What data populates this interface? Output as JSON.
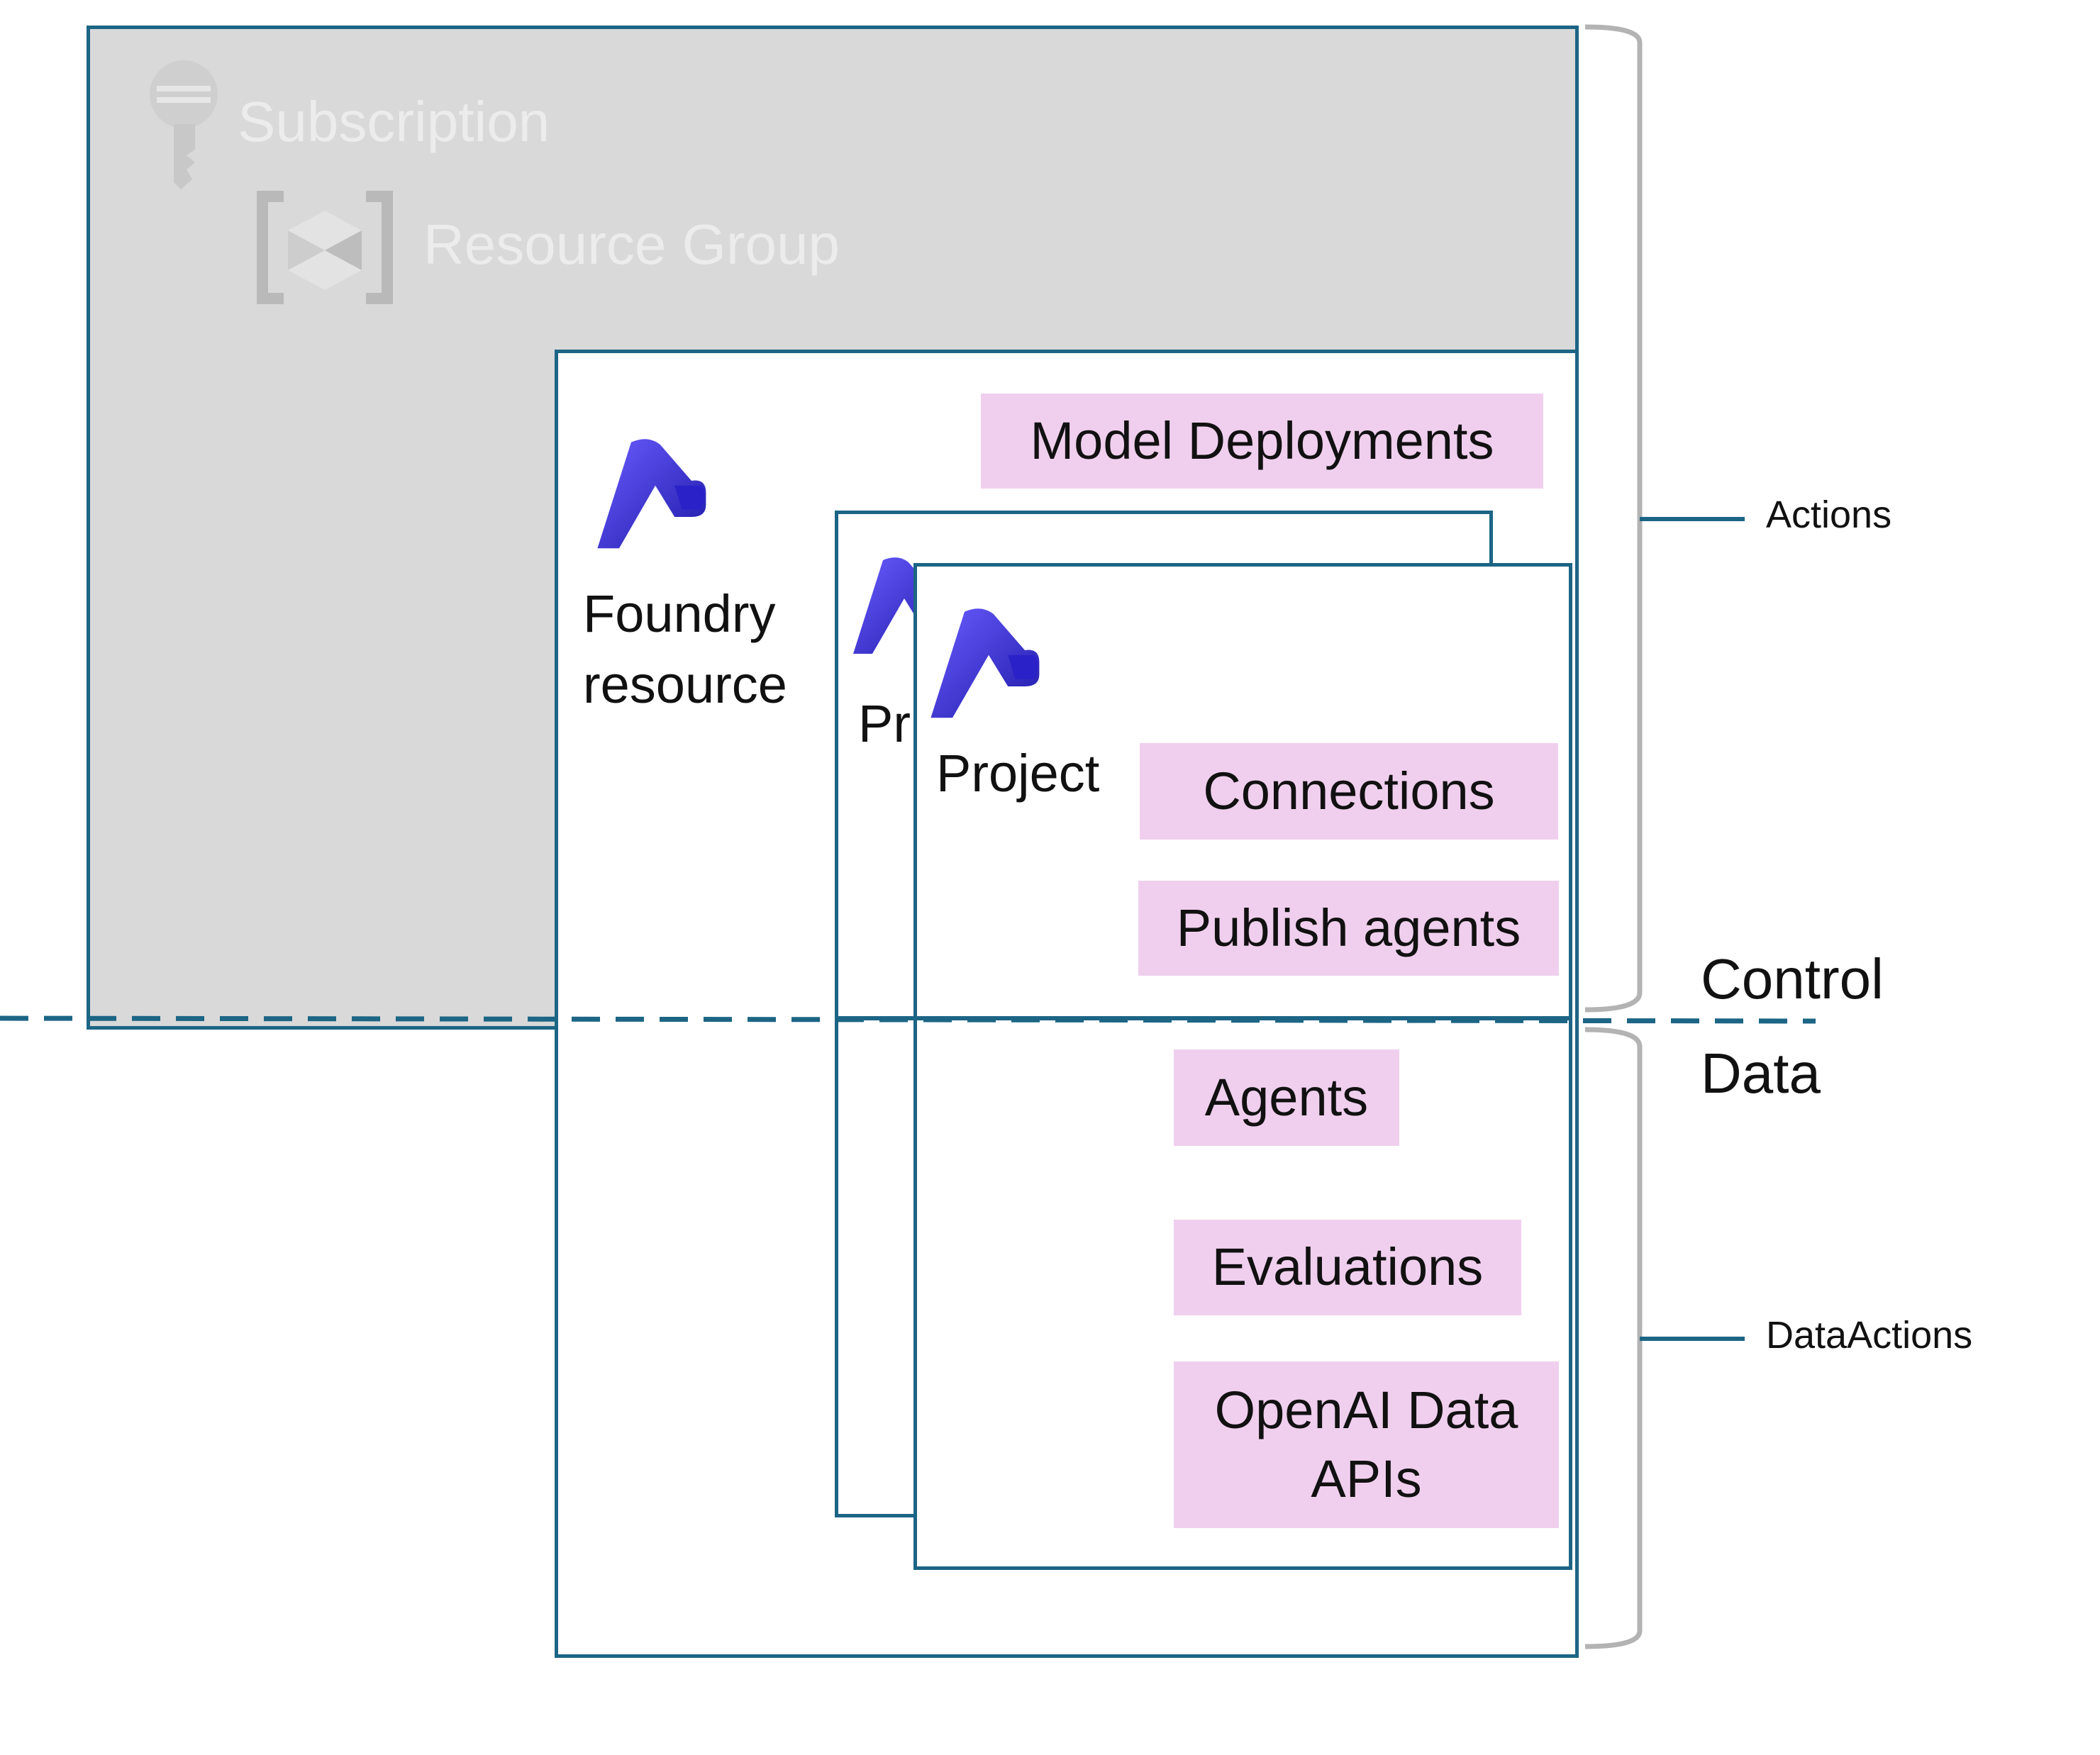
{
  "subscription": {
    "label": "Subscription",
    "icon": "key-icon"
  },
  "resource_group": {
    "label": "Resource Group",
    "icon": "resource-group-icon"
  },
  "foundry": {
    "line1": "Foundry",
    "line2": "resource",
    "icon": "foundry-icon"
  },
  "project_back": {
    "label": "Pr",
    "icon": "foundry-icon"
  },
  "project_front": {
    "label": "Project",
    "icon": "foundry-icon"
  },
  "pills": {
    "model_deployments": "Model Deployments",
    "connections": "Connections",
    "publish_agents": "Publish agents",
    "agents": "Agents",
    "evaluations": "Evaluations",
    "openai_line1": "OpenAI Data",
    "openai_line2": "APIs"
  },
  "planes": {
    "control": "Control",
    "data": "Data"
  },
  "brackets": {
    "actions": "Actions",
    "data_actions": "DataActions"
  },
  "colors": {
    "border": "#1c6585",
    "pill": "#f0cfee",
    "subscription_fill": "#d9d9d9",
    "bracket": "#b3b3b3",
    "icon": "#3a2bd6"
  }
}
